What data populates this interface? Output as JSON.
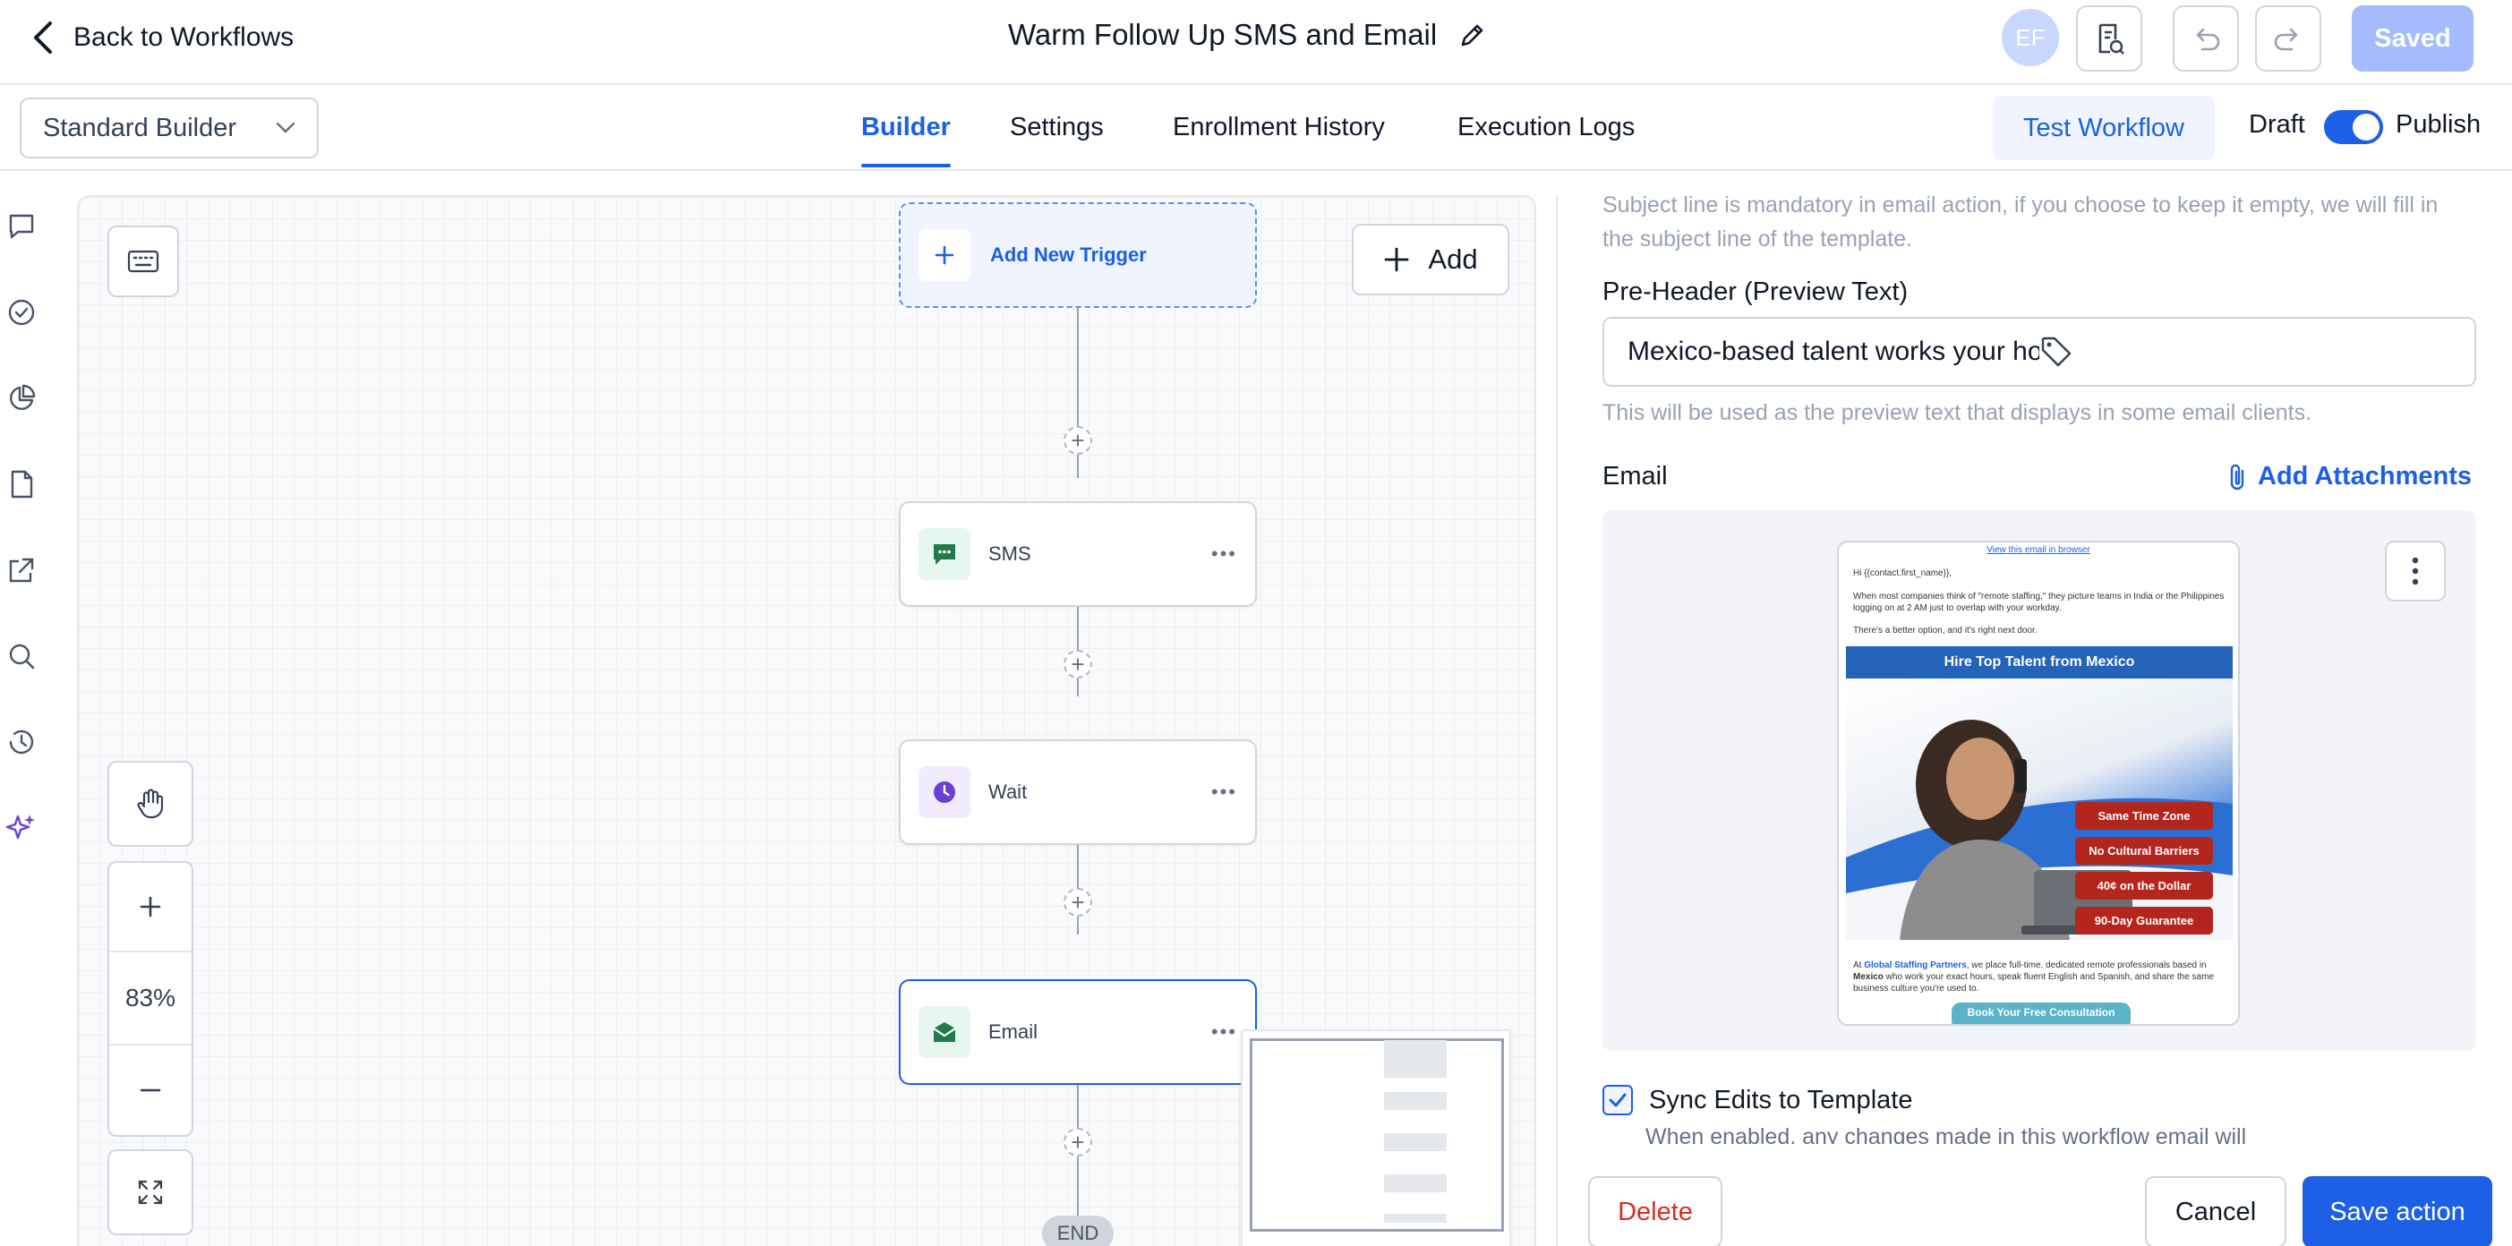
{
  "header": {
    "back_label": "Back to Workflows",
    "workflow_title": "Warm Follow Up SMS and Email",
    "avatar_initials": "EF",
    "saved_label": "Saved"
  },
  "subheader": {
    "builder_mode": "Standard Builder",
    "tabs": [
      {
        "label": "Builder",
        "active": true
      },
      {
        "label": "Settings",
        "active": false
      },
      {
        "label": "Enrollment History",
        "active": false
      },
      {
        "label": "Execution Logs",
        "active": false
      }
    ],
    "test_workflow_label": "Test Workflow",
    "draft_label": "Draft",
    "publish_label": "Publish",
    "publish_on": true
  },
  "rail": {
    "icons": [
      "chat-icon",
      "check-circle-icon",
      "pie-chart-icon",
      "file-icon",
      "external-link-icon",
      "search-icon",
      "history-icon",
      "sparkles-icon"
    ]
  },
  "canvas": {
    "add_label": "Add",
    "zoom_level": "83%",
    "trigger_label": "Add New Trigger",
    "nodes": [
      {
        "label": "SMS",
        "icon": "sms-icon"
      },
      {
        "label": "Wait",
        "icon": "clock-icon"
      },
      {
        "label": "Email",
        "icon": "envelope-icon"
      }
    ],
    "end_label": "END"
  },
  "panel": {
    "subject_helper": "Subject line is mandatory in email action, if you choose to keep it empty, we will fill in the subject line of the template.",
    "preheader_label": "Pre-Header (Preview Text)",
    "preheader_value": "Mexico-based talent works your hours, speaks your languag",
    "preheader_helper": "This will be used as the preview text that displays in some email clients.",
    "email_label": "Email",
    "add_attachments_label": "Add Attachments",
    "email_preview": {
      "view_in_browser": "View this email in browser",
      "greeting": "Hi {{contact.first_name}},",
      "para1": "When most companies think of \"remote staffing,\" they picture teams in India or the Philippines logging on at 2 AM just to overlap with your workday.",
      "para2": "There's a better option, and it's right next door.",
      "banner": "Hire Top Talent from Mexico",
      "badges": [
        "Same Time Zone",
        "No Cultural Barriers",
        "40¢ on the Dollar",
        "90-Day Guarantee"
      ],
      "body_prefix": "At ",
      "body_brand": "Global Staffing Partners",
      "body_mid": ", we place full-time, dedicated remote professionals based in ",
      "body_country": "Mexico",
      "body_rest": " who work your exact hours, speak fluent English and Spanish, and share the same business culture you're used to.",
      "cta": "Book Your Free Consultation"
    },
    "sync_label": "Sync Edits to Template",
    "sync_checked": true,
    "sync_helper": "When enabled, any changes made in this workflow email will",
    "delete_label": "Delete",
    "cancel_label": "Cancel",
    "save_label": "Save action"
  },
  "colors": {
    "accent": "#1d5fe5",
    "danger": "#d92d20",
    "saved_disabled": "#a4bcfd",
    "sms_icon": "#1f7a4d",
    "wait_icon": "#6b3fd4",
    "email_icon": "#1f7a4d",
    "email_banner": "#2563b8",
    "badge_red": "#b3261e"
  }
}
